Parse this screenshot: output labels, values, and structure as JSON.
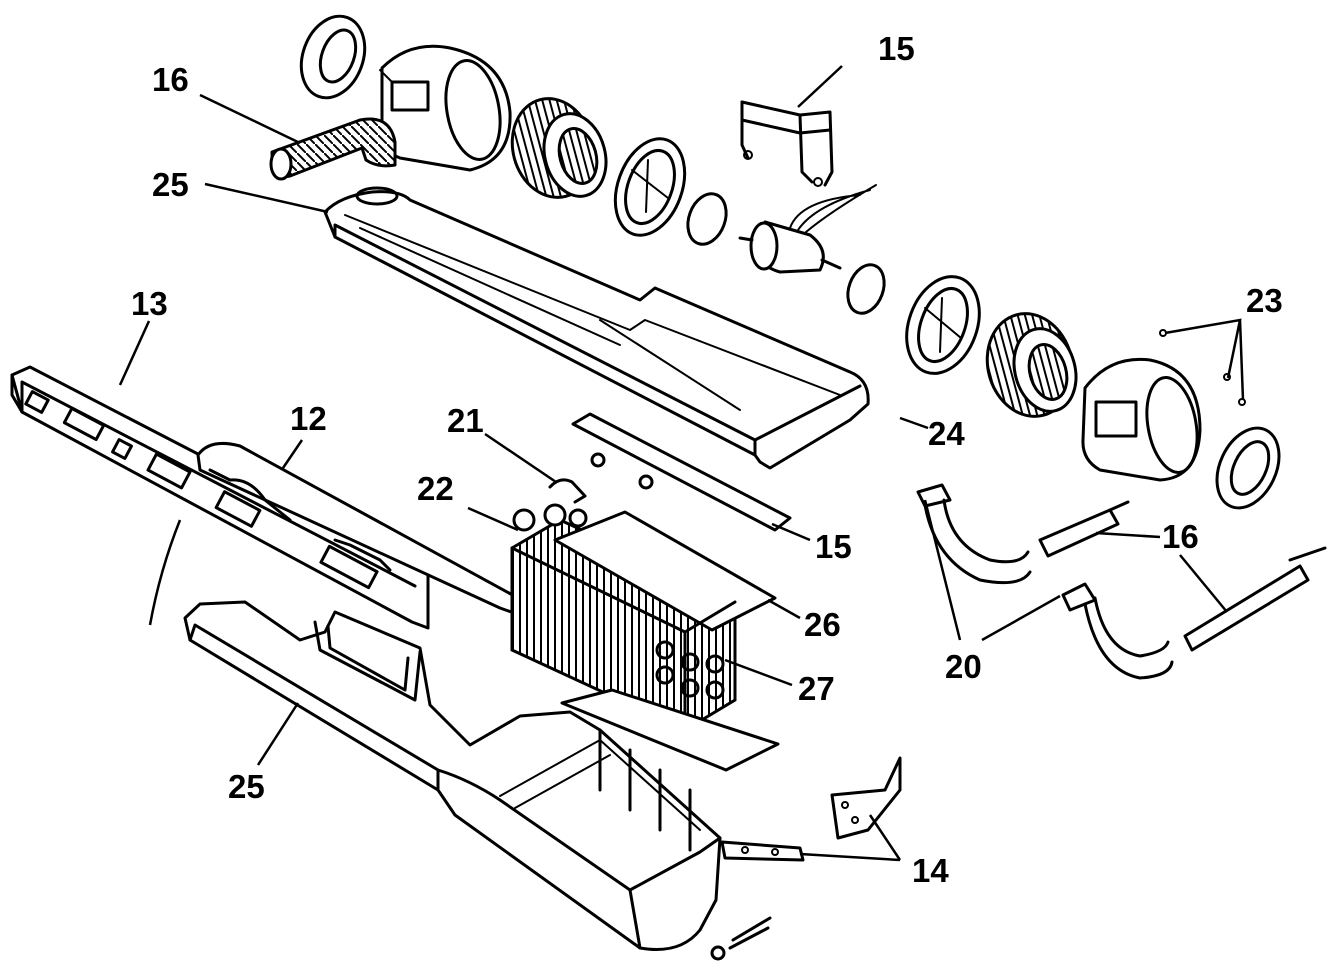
{
  "callouts": {
    "c16a": "16",
    "c15a": "15",
    "c25a": "25",
    "c13": "13",
    "c12": "12",
    "c21": "21",
    "c22": "22",
    "c23": "23",
    "c24": "24",
    "c15b": "15",
    "c16b": "16",
    "c26": "26",
    "c27": "27",
    "c20": "20",
    "c25b": "25",
    "c14": "14"
  }
}
